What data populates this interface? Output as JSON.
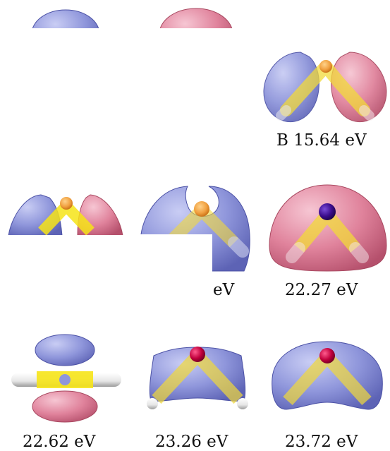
{
  "colors": {
    "positive_lobe": "#8e95d8",
    "negative_lobe": "#e07f99",
    "bond": "#f1d93a",
    "center_atom_red": "#c0003c",
    "center_atom_blue": "#3a0c8c",
    "hydrogen": "#f4f4f4"
  },
  "orbitals": [
    {
      "id": "top-left",
      "label": ""
    },
    {
      "id": "top-middle",
      "label": ""
    },
    {
      "id": "row1-right",
      "label": "B 15.64 eV"
    },
    {
      "id": "row2-left",
      "label": ""
    },
    {
      "id": "row2-middle",
      "label": "eV"
    },
    {
      "id": "row2-right",
      "label": "22.27 eV"
    },
    {
      "id": "row3-left",
      "label": "22.62 eV"
    },
    {
      "id": "row3-middle",
      "label": "23.26 eV"
    },
    {
      "id": "row3-right",
      "label": "23.72 eV"
    }
  ]
}
